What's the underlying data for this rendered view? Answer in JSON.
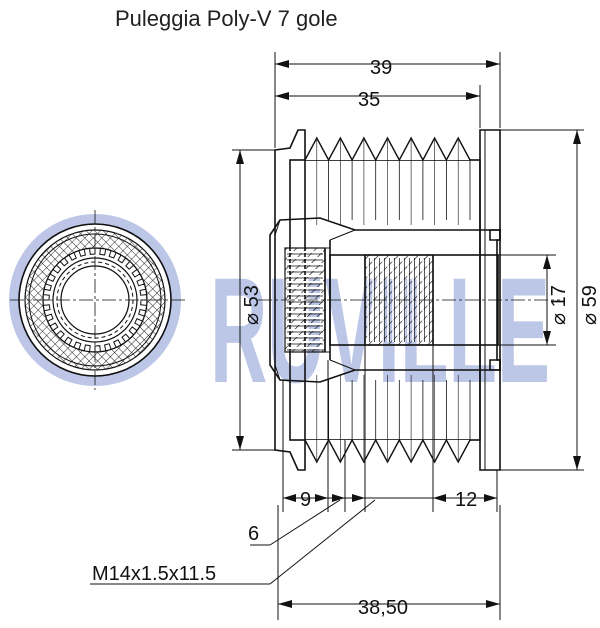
{
  "title": "Puleggia Poly-V 7 gole",
  "brand": {
    "text": "RUVILLE",
    "color": "#b9c3e6"
  },
  "dimensions": {
    "overall_width": "39",
    "body_width": "35",
    "diameter_outer_pulley": "⌀ 59",
    "diameter_inner_flange": "⌀ 53",
    "diameter_bore": "⌀ 17",
    "spline_depth": "9",
    "right_offset": "12",
    "chamfer": "6",
    "thread": "M14x1.5x11.5",
    "total_length": "38,50"
  },
  "colors": {
    "line": "#111111",
    "section_fill": "#ffffff"
  }
}
